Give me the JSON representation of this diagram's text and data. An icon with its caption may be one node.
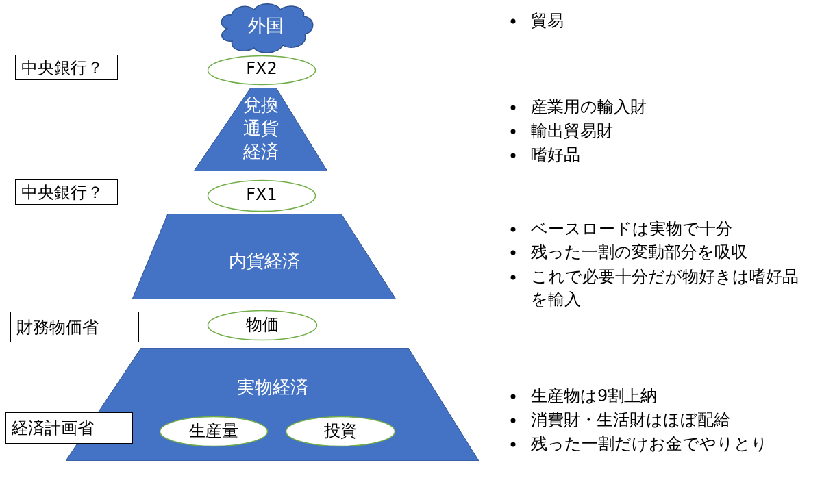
{
  "diagram": {
    "nodes": [
      {
        "text": [
          "外国"
        ]
      },
      {
        "text": [
          "中央銀行？"
        ]
      },
      {
        "text": [
          "FX2"
        ]
      },
      {
        "text": [
          "兌換通貨経済"
        ]
      },
      {
        "text": [
          "中央銀行？"
        ]
      },
      {
        "text": [
          "FX1"
        ]
      },
      {
        "text": [
          "内貨経済"
        ]
      },
      {
        "text": [
          "財務物価省"
        ]
      },
      {
        "text": [
          "物価"
        ]
      },
      {
        "text": [
          "実物経済"
        ]
      },
      {
        "text": [
          "経済計画省"
        ]
      },
      {
        "text": [
          "生産量"
        ],
        "in": 9
      },
      {
        "text": [
          "投資"
        ],
        "in": 9
      }
    ],
    "labels": [
      "貿易",
      "産業用の輸入財",
      "輸出貿易財",
      "嗜好品",
      "ベースロードは実物で十分",
      "残った一割の変動部分を吸収",
      "これで必要十分だが物好きは嗜好品を輸入",
      "生産物は9割上納",
      "消費財・生活財はほぼ配給",
      "残った一割だけお金でやりとり"
    ]
  }
}
